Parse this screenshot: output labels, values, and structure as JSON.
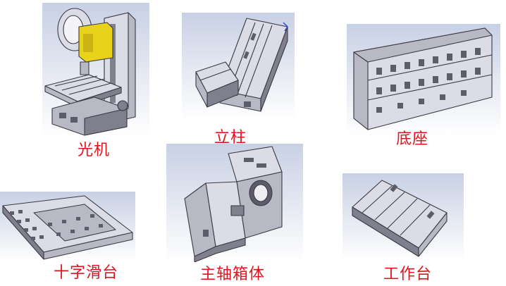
{
  "panels": [
    {
      "id": "machine",
      "caption": "光机"
    },
    {
      "id": "column",
      "caption": "立柱"
    },
    {
      "id": "base",
      "caption": "底座"
    },
    {
      "id": "cross-slide",
      "caption": "十字滑台"
    },
    {
      "id": "spindle-box",
      "caption": "主轴箱体"
    },
    {
      "id": "worktable",
      "caption": "工作台"
    }
  ],
  "colors": {
    "caption": "#e0141e",
    "spindle_head": "#e8d21a",
    "background_top": "#c8d0e4",
    "background_bottom": "#ffffff"
  }
}
